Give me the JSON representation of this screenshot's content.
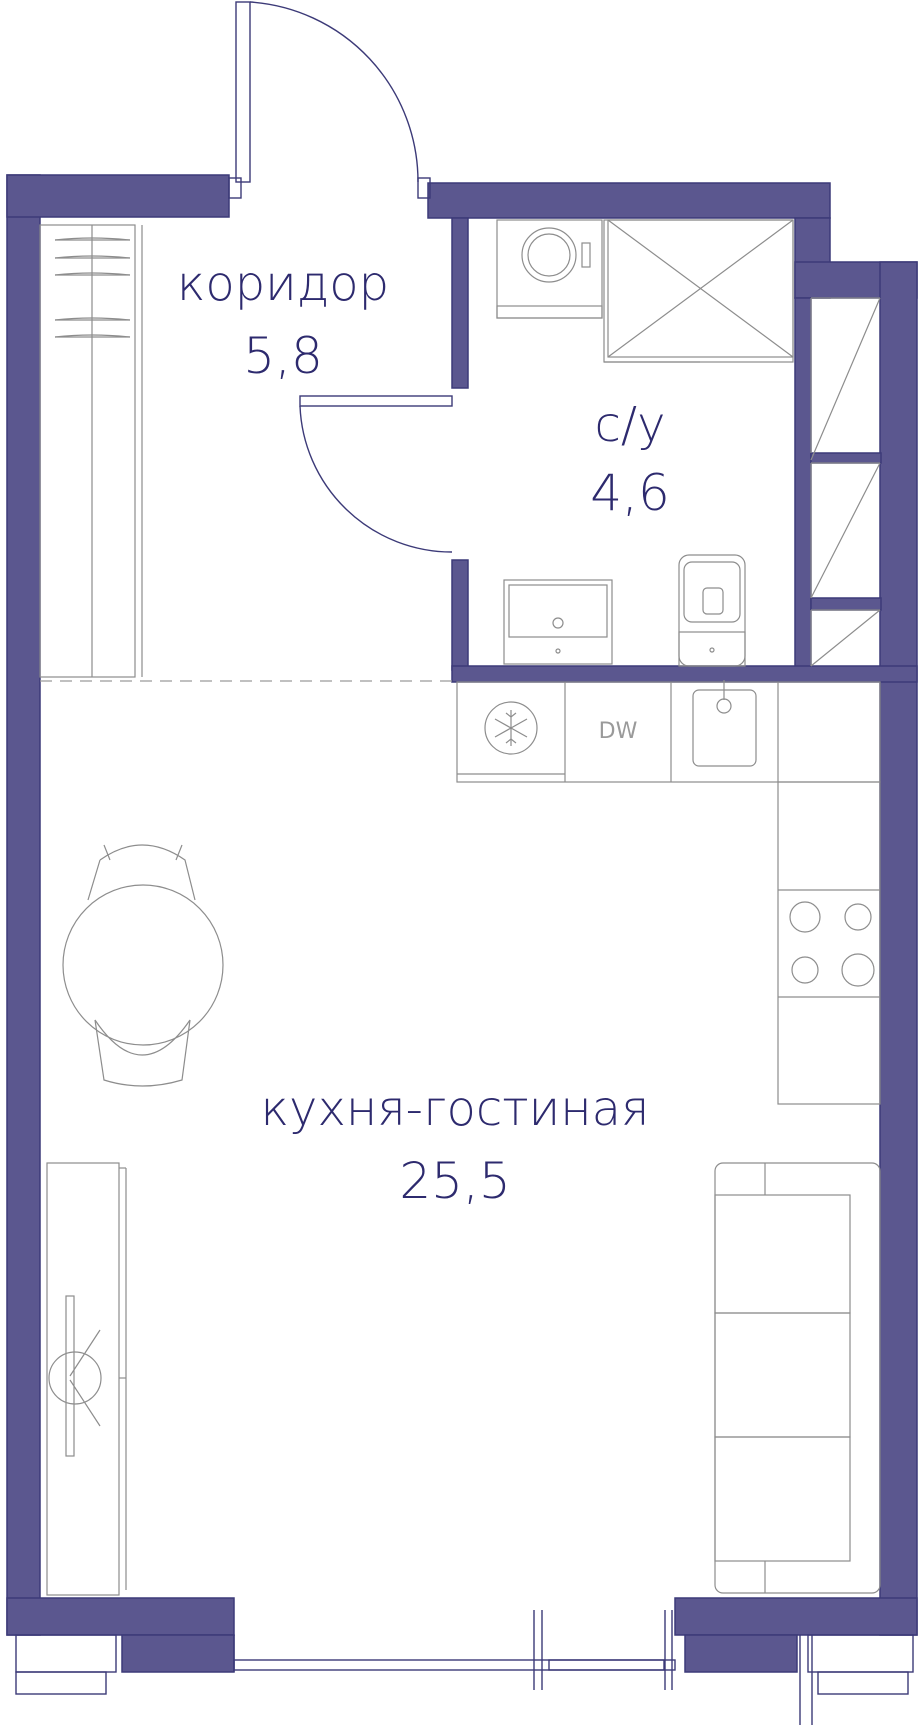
{
  "rooms": {
    "corridor": {
      "name": "коридор",
      "area": "5,8"
    },
    "bathroom": {
      "name": "с/у",
      "area": "4,6"
    },
    "kitchen_living": {
      "name": "кухня-гостиная",
      "area": "25,5"
    }
  },
  "appliances": {
    "dishwasher": "DW"
  },
  "colors": {
    "wall_fill": "#5b578f",
    "wall_stroke": "#3c3a78",
    "label_text": "#2d2a6e",
    "furniture_line": "#8d8d8d"
  },
  "icons": [
    "door-swing",
    "washing-machine-icon",
    "shower-icon",
    "toilet-icon",
    "sink-icon",
    "fridge-icon",
    "stove-icon",
    "window"
  ]
}
